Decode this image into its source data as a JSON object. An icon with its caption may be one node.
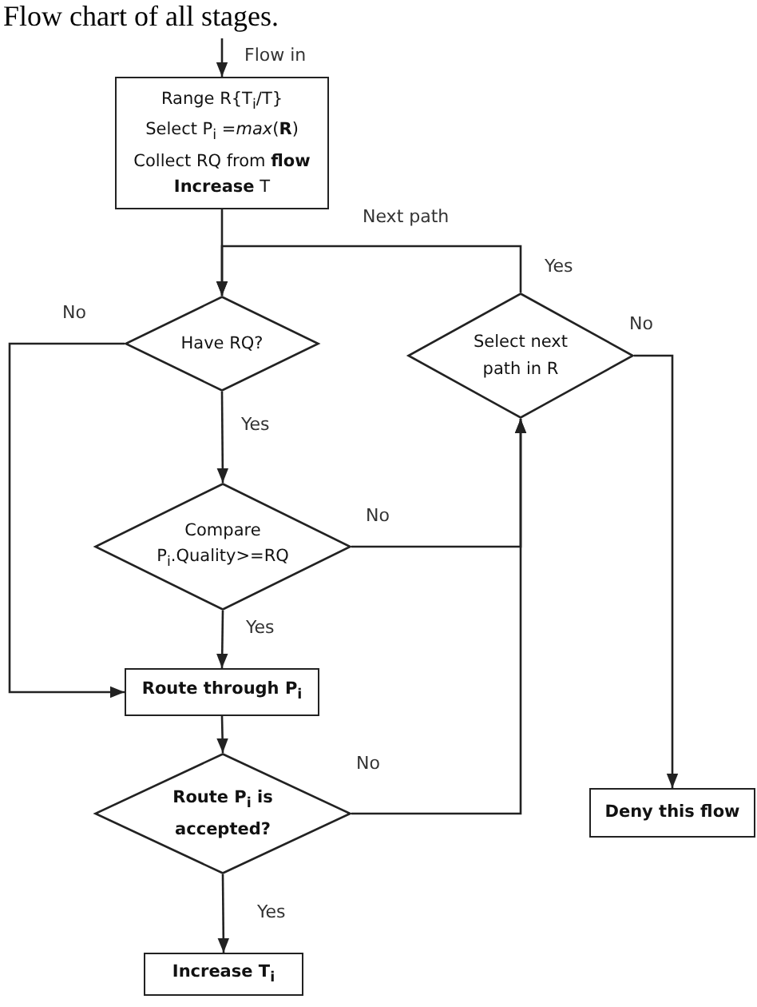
{
  "diagram": {
    "title": "Flow chart of all stages.",
    "nodes": [
      {
        "text": [
          "Range R{T$_{i}$/T}",
          "Select P$_{i}$ =*max*(**R**)",
          "Collect RQ from **flow**",
          "**Increase** T"
        ]
      },
      {
        "text": [
          "Have RQ?"
        ]
      },
      {
        "text": [
          "Select next path in R"
        ]
      },
      {
        "text": [
          "Compare P$_{i}$.Quality>=RQ"
        ]
      },
      {
        "text": [
          "Route through P$_{i}$"
        ]
      },
      {
        "text": [
          "Route P$_{i}$ is accepted?"
        ]
      },
      {
        "text": [
          "Deny this flow"
        ]
      },
      {
        "text": [
          "Increase T$_{i}$"
        ]
      }
    ],
    "edges": [
      {
        "from": null,
        "to": 0,
        "arrow": "to",
        "label": "Flow in"
      },
      {
        "from": 0,
        "to": 1,
        "arrow": "to"
      },
      {
        "from": 2,
        "to": 1,
        "arrow": "to",
        "label": "Yes"
      },
      {
        "from": 1,
        "to": 4,
        "arrow": "to",
        "label": "No"
      },
      {
        "from": 1,
        "to": 3,
        "arrow": "to",
        "label": "Yes"
      },
      {
        "from": 3,
        "to": 2,
        "arrow": "to",
        "label": "No"
      },
      {
        "from": 3,
        "to": 4,
        "arrow": "to",
        "label": "Yes"
      },
      {
        "from": 4,
        "to": 5,
        "arrow": "to"
      },
      {
        "from": 5,
        "to": 2,
        "arrow": "to",
        "label": "No"
      },
      {
        "from": 5,
        "to": 7,
        "arrow": "to",
        "label": "Yes"
      },
      {
        "from": 2,
        "to": 6,
        "arrow": "to",
        "label": "No"
      }
    ],
    "labels": [
      "Next path"
    ]
  }
}
